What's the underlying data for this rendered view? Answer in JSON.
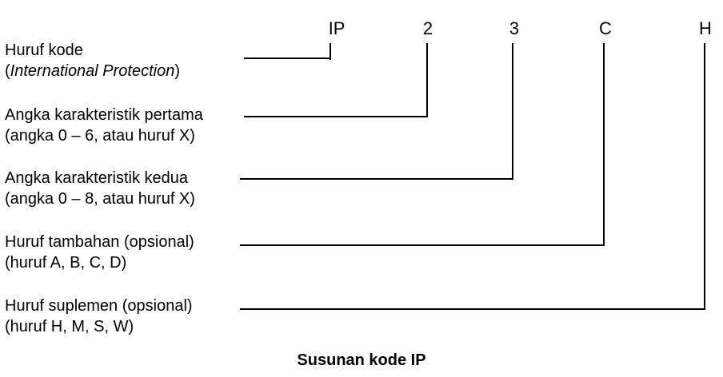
{
  "diagram": {
    "title": "Susunan kode IP",
    "codes": [
      {
        "symbol": "IP"
      },
      {
        "symbol": "2"
      },
      {
        "symbol": "3"
      },
      {
        "symbol": "C"
      },
      {
        "symbol": "H"
      }
    ],
    "labels": [
      {
        "line1": "Huruf kode",
        "line2_open": "(",
        "line2_italic": "International Protection",
        "line2_close": ")"
      },
      {
        "line1": "Angka karakteristik pertama",
        "line2": "(angka 0 – 6, atau huruf X)"
      },
      {
        "line1": "Angka karakteristik kedua",
        "line2": "(angka 0 – 8, atau huruf X)"
      },
      {
        "line1": "Huruf tambahan (opsional)",
        "line2": "(huruf A, B, C, D)"
      },
      {
        "line1": "Huruf suplemen (opsional)",
        "line2": "(huruf H, M, S, W)"
      }
    ],
    "line_color": "#000000"
  }
}
